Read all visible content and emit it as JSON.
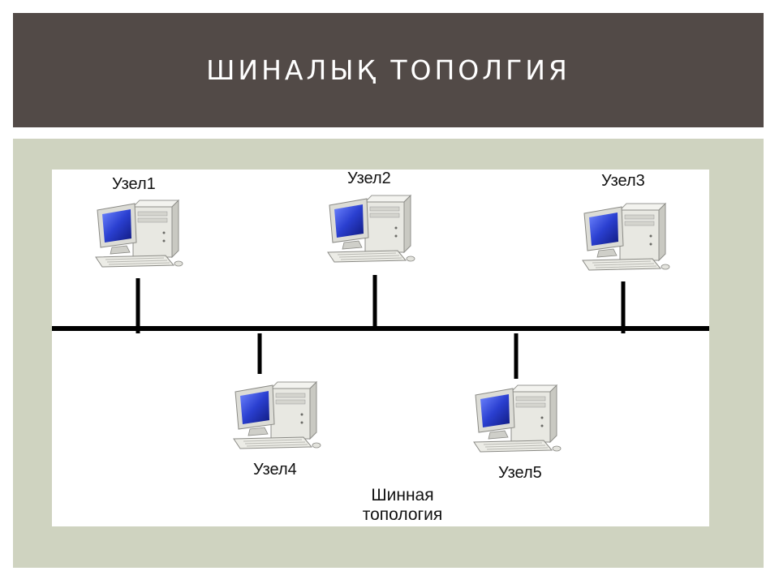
{
  "slide": {
    "title": "ШИНАЛЫҚ ТОПОЛГИЯ"
  },
  "diagram": {
    "nodes": [
      {
        "label": "Узел1",
        "icon": "desktop-computer-icon"
      },
      {
        "label": "Узел2",
        "icon": "desktop-computer-icon"
      },
      {
        "label": "Узел3",
        "icon": "desktop-computer-icon"
      },
      {
        "label": "Узел4",
        "icon": "desktop-computer-icon"
      },
      {
        "label": "Узел5",
        "icon": "desktop-computer-icon"
      }
    ],
    "caption_line1": "Шинная",
    "caption_line2": "топология",
    "colors": {
      "title_band": "#524a47",
      "content_band": "#cfd3c0",
      "bus_line": "#000000",
      "screen": "#2a3fd0",
      "case": "#e6e6e0"
    }
  }
}
